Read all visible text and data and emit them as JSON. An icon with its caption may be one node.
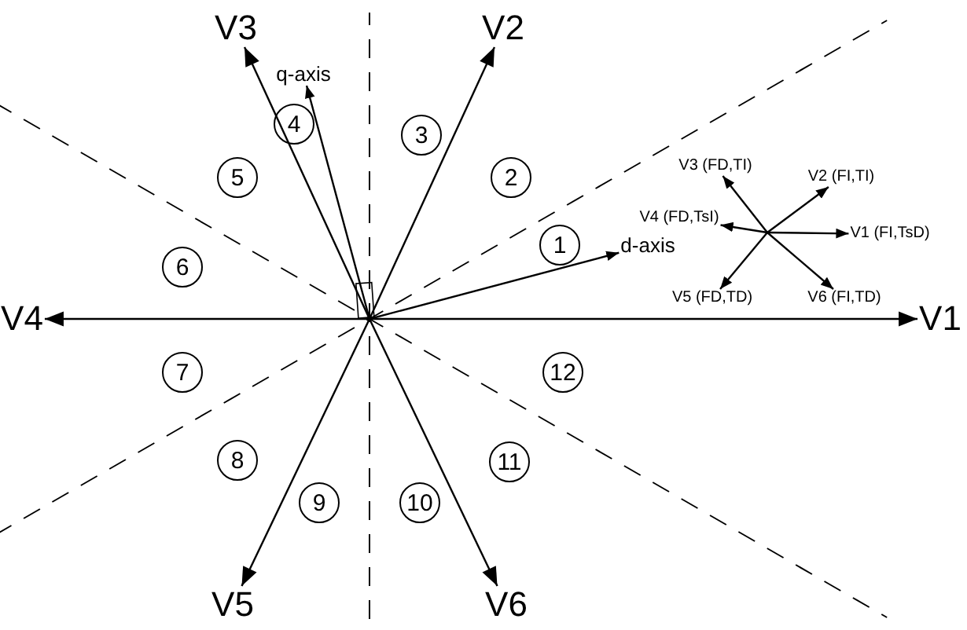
{
  "diagram": {
    "nodes": [
      {
        "text": [
          "V1"
        ]
      },
      {
        "text": [
          "V2"
        ]
      },
      {
        "text": [
          "V3"
        ]
      },
      {
        "text": [
          "V4"
        ]
      },
      {
        "text": [
          "V5"
        ]
      },
      {
        "text": [
          "V6"
        ]
      },
      {
        "text": [
          "q-axis"
        ]
      },
      {
        "text": [
          "d-axis"
        ]
      },
      {
        "text": [
          "V1 (FI,TsD)"
        ]
      },
      {
        "text": [
          "V2 (FI,TI)"
        ]
      },
      {
        "text": [
          "V3 (FD,TI)"
        ]
      },
      {
        "text": [
          "V4 (FD,TsI)"
        ]
      },
      {
        "text": [
          "V5 (FD,TD)"
        ]
      },
      {
        "text": [
          "V6 (FI,TD)"
        ]
      },
      {
        "text": [
          "1"
        ]
      },
      {
        "text": [
          "2"
        ]
      },
      {
        "text": [
          "3"
        ]
      },
      {
        "text": [
          "4"
        ]
      },
      {
        "text": [
          "5"
        ]
      },
      {
        "text": [
          "6"
        ]
      },
      {
        "text": [
          "7"
        ]
      },
      {
        "text": [
          "8"
        ]
      },
      {
        "text": [
          "9"
        ]
      },
      {
        "text": [
          "10"
        ]
      },
      {
        "text": [
          "11"
        ]
      },
      {
        "text": [
          "12"
        ]
      }
    ],
    "edges": [
      {
        "from": null,
        "to": 0,
        "arrow": "to"
      },
      {
        "from": null,
        "to": 1,
        "arrow": "to"
      },
      {
        "from": null,
        "to": 2,
        "arrow": "to"
      },
      {
        "from": null,
        "to": 3,
        "arrow": "to"
      },
      {
        "from": null,
        "to": 4,
        "arrow": "to"
      },
      {
        "from": null,
        "to": 5,
        "arrow": "to"
      },
      {
        "from": null,
        "to": 6,
        "arrow": "to"
      },
      {
        "from": null,
        "to": 7,
        "arrow": "to"
      },
      {
        "from": null,
        "to": 8,
        "arrow": "to"
      },
      {
        "from": null,
        "to": 9,
        "arrow": "to"
      },
      {
        "from": null,
        "to": 10,
        "arrow": "to"
      },
      {
        "from": null,
        "to": 11,
        "arrow": "to"
      },
      {
        "from": null,
        "to": 12,
        "arrow": "to"
      },
      {
        "from": null,
        "to": 13,
        "arrow": "to"
      }
    ]
  }
}
